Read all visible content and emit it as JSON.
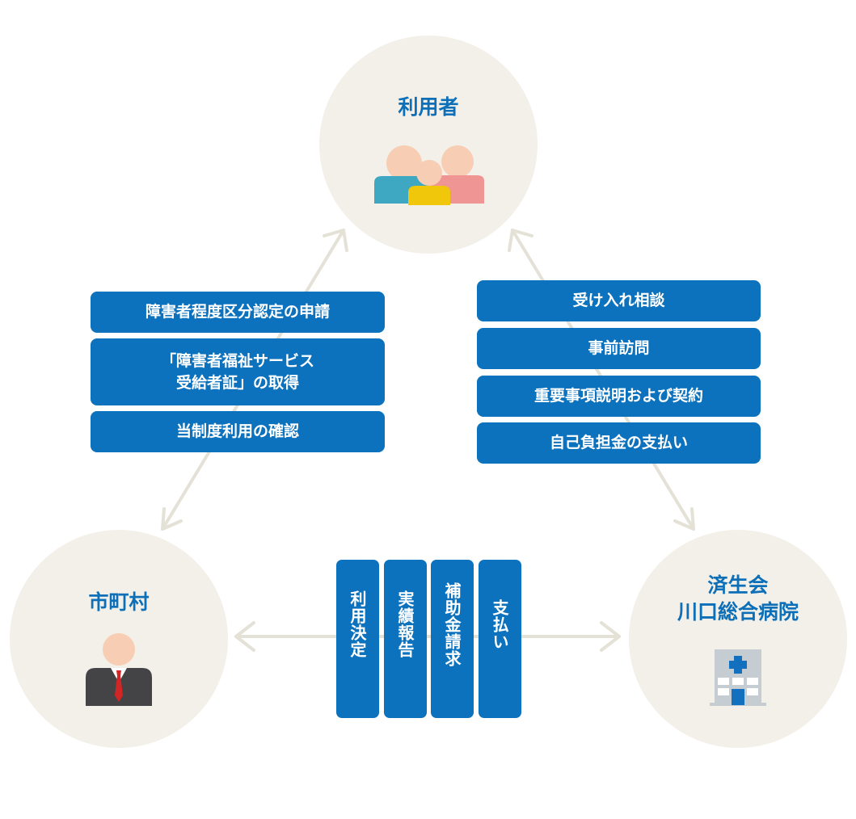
{
  "nodes": {
    "user": {
      "label": "利用者",
      "icon": "people-icon"
    },
    "city": {
      "label": "市町村",
      "icon": "official-icon"
    },
    "hospital": {
      "label": "済生会\n川口総合病院",
      "icon": "hospital-icon"
    }
  },
  "left_steps": [
    "障害者程度区分認定の申請",
    "「障害者福祉サービス\n受給者証」の取得",
    "当制度利用の確認"
  ],
  "right_steps": [
    "受け入れ相談",
    "事前訪問",
    "重要事項説明および契約",
    "自己負担金の支払い"
  ],
  "bottom_steps": [
    "利用決定",
    "実績報告",
    "補助金請求",
    "支払い"
  ],
  "colors": {
    "accent": "#0c72bd",
    "node_bg": "#f3f0e9",
    "arrow": "#e4e1d6",
    "label": "#0c6fb8"
  }
}
